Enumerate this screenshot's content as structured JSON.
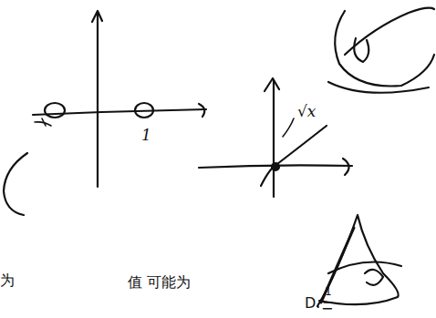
{
  "diagram": {
    "labels": [
      "为",
      "值 可能为",
      "D.",
      "−",
      "1",
      "1",
      "√x"
    ]
  }
}
